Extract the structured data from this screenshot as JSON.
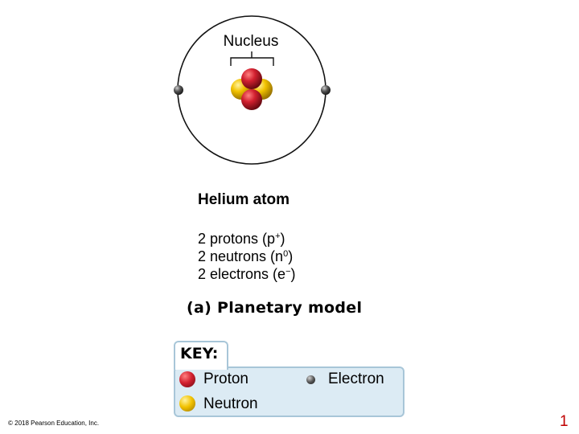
{
  "nucleus_label": "Nucleus",
  "atom_title": "Helium atom",
  "composition": [
    {
      "prefix": "2 protons (p",
      "sup": "+",
      "suffix": ")"
    },
    {
      "prefix": "2 neutrons (n",
      "sup": "0",
      "suffix": ")"
    },
    {
      "prefix": "2 electrons (e",
      "sup": "−",
      "suffix": ")"
    }
  ],
  "caption": "(a) Planetary model",
  "key": {
    "title": "KEY:",
    "proton": "Proton",
    "neutron": "Neutron",
    "electron": "Electron"
  },
  "colors": {
    "proton": "#c8102e",
    "neutron": "#f2c200",
    "electron": "#555555",
    "key_background": "#dcebf4",
    "page_number": "#c00000"
  },
  "copyright": "© 2018 Pearson Education, Inc.",
  "page_number": "1"
}
